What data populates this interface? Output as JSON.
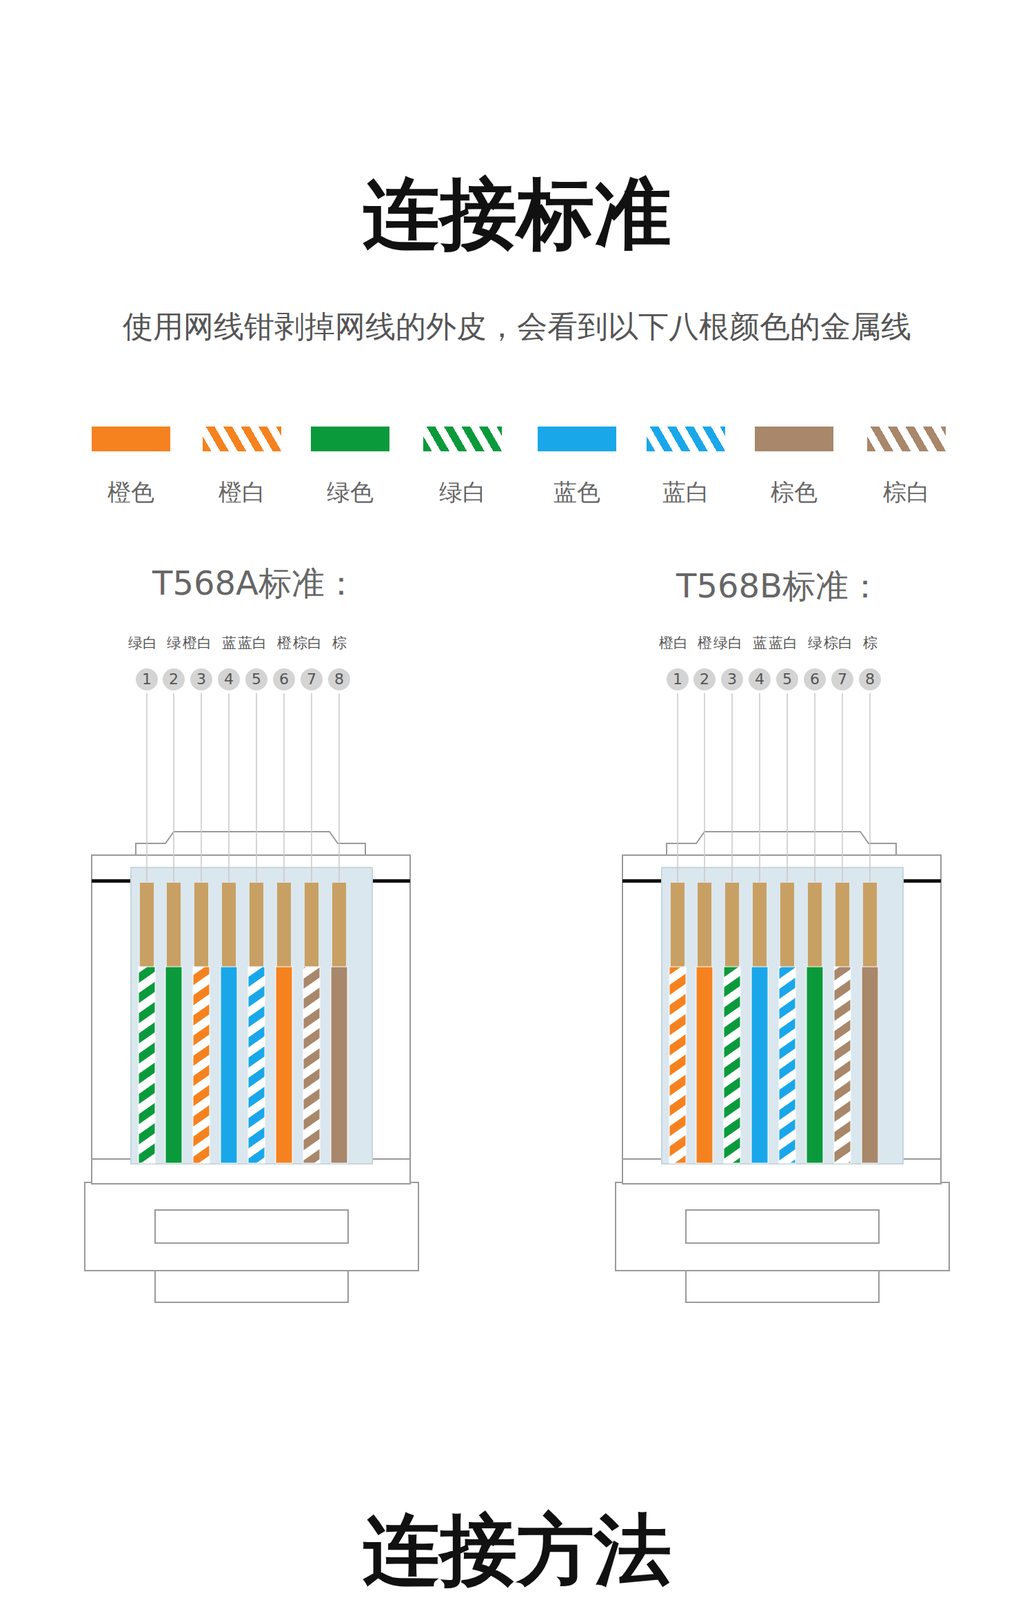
{
  "diagram": {
    "title": "连接标准",
    "labels": [
      "使用网线钳剥掉网线的外皮，会看到以下八根颜色的金属线",
      "T568A标准：",
      "绿白",
      "绿",
      "橙白",
      "蓝",
      "蓝白",
      "橙",
      "棕白",
      "棕",
      "1",
      "2",
      "3",
      "4",
      "5",
      "6",
      "7",
      "8",
      "T568B标准：",
      "橙白",
      "橙",
      "绿白",
      "蓝",
      "蓝白",
      "绿",
      "棕白",
      "棕",
      "1",
      "2",
      "3",
      "4",
      "5",
      "6",
      "7",
      "8",
      "连接方法"
    ],
    "legend": [
      {
        "text": "橙色",
        "color": "#f5821f"
      },
      {
        "text": "橙白"
      },
      {
        "text": "绿色",
        "color": "#0a9a3c"
      },
      {
        "text": "绿白"
      },
      {
        "text": "蓝色",
        "color": "#19a7ea"
      },
      {
        "text": "蓝白"
      },
      {
        "text": "棕色",
        "color": "#a8876a"
      },
      {
        "text": "棕白"
      }
    ]
  }
}
